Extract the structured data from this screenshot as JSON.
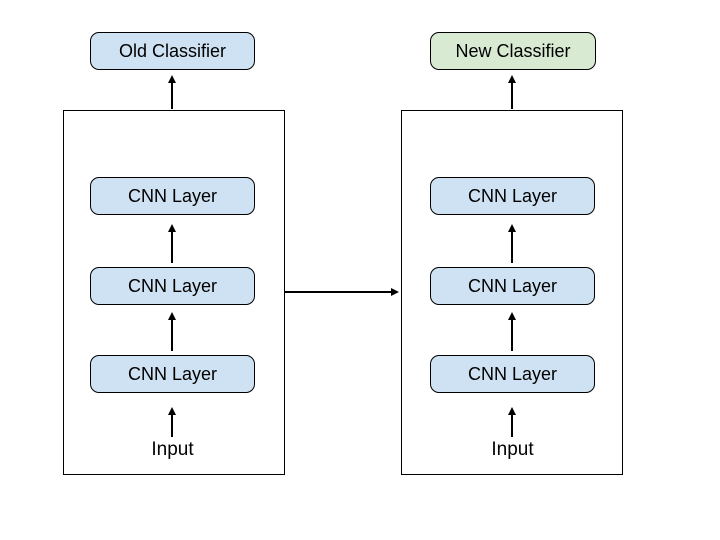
{
  "diagram": {
    "left_model": {
      "classifier_label": "Old Classifier",
      "layers": [
        "CNN Layer",
        "CNN Layer",
        "CNN Layer"
      ],
      "input_label": "Input"
    },
    "right_model": {
      "classifier_label": "New Classifier",
      "layers": [
        "CNN Layer",
        "CNN Layer",
        "CNN Layer"
      ],
      "input_label": "Input"
    },
    "colors": {
      "old_classifier_fill": "#cfe2f3",
      "new_classifier_fill": "#d9ead3",
      "cnn_layer_fill": "#cfe2f3",
      "stroke": "#000000",
      "background": "#ffffff"
    }
  }
}
